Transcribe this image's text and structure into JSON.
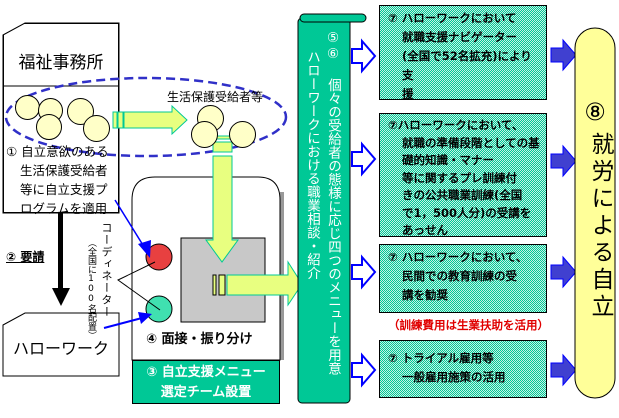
{
  "welfare_office": {
    "title": "福祉事務所",
    "step1_lines": [
      "① 自立意欲のある",
      "生活保護受給者",
      "等に自立支援プ",
      "ログラムを適用"
    ]
  },
  "recipients_label": "生活保護受給者等",
  "request_label": "② 要請",
  "hello_work": {
    "title": "ハローワーク"
  },
  "coordinator": {
    "label": "コーディネーター",
    "note": "（全国に100名配置）"
  },
  "team": {
    "interview_label": "④ 面接・振り分け",
    "team_label_lines": [
      "③ 自立支援メニュー",
      "選定チーム設置"
    ]
  },
  "scroll": {
    "col1": "⑤⑥ 個々の受給者の態様に応じ四つのメニューを用意",
    "col2": "ハローワークにおける職業相談・紹介"
  },
  "menus": [
    {
      "lines": [
        "⑦ ハローワークにおいて",
        "就職支援ナビゲーター",
        "(全国で52名拡充)により支",
        "援"
      ]
    },
    {
      "lines": [
        "⑦ハローワークにおいて、",
        "就職の準備段階としての基礎的知識・マナー",
        "等に関するプレ訓練付",
        "きの公共職業訓練(全国",
        "で1，500人分)の受講を",
        "あっせん"
      ]
    },
    {
      "lines": [
        "⑦ ハローワークにおいて、",
        "民間での教育訓練の受",
        "講を勧奨"
      ]
    },
    {
      "lines": [
        "⑦ トライアル雇用等",
        "一般雇用施策の活用"
      ]
    }
  ],
  "training_cost_note": "（訓練費用は生業扶助を活用）",
  "goal": {
    "number": "⑧",
    "text": "就労による自立"
  },
  "colors": {
    "teal": "#00c896",
    "yellow": "#ffffc8",
    "arrow_yellow": "#e8ff80",
    "blue": "#0000ff",
    "red_note": "#e00000",
    "red_circle": "#e84040"
  }
}
